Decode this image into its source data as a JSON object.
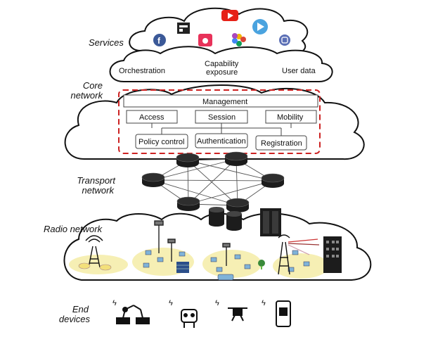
{
  "layers": {
    "services": "Services",
    "core_line1": "Core",
    "core_line2": "network",
    "transport_line1": "Transport",
    "transport_line2": "network",
    "radio": "Radio network",
    "end_line1": "End",
    "end_line2": "devices"
  },
  "services_cloud": {
    "orchestration": "Orchestration",
    "capability_line1": "Capability",
    "capability_line2": "exposure",
    "user_data": "User data",
    "app_icons": [
      "facebook-icon",
      "news-app-icon",
      "youtube-icon",
      "music-icon",
      "photos-icon",
      "video-play-icon",
      "instagram-icon"
    ]
  },
  "core_functions": {
    "management": "Management",
    "access": "Access",
    "session": "Session",
    "mobility": "Mobility",
    "policy_control": "Policy control",
    "authentication": "Authentication",
    "registration": "Registration"
  },
  "end_devices": [
    "robot-arm-icon",
    "robot-icon",
    "drone-icon",
    "smartphone-icon"
  ],
  "colors": {
    "cloud_stroke": "#111111",
    "dashed_border": "#cc2222",
    "coverage_fill": "#f6efb4",
    "router_fill": "#1c1c1c"
  }
}
